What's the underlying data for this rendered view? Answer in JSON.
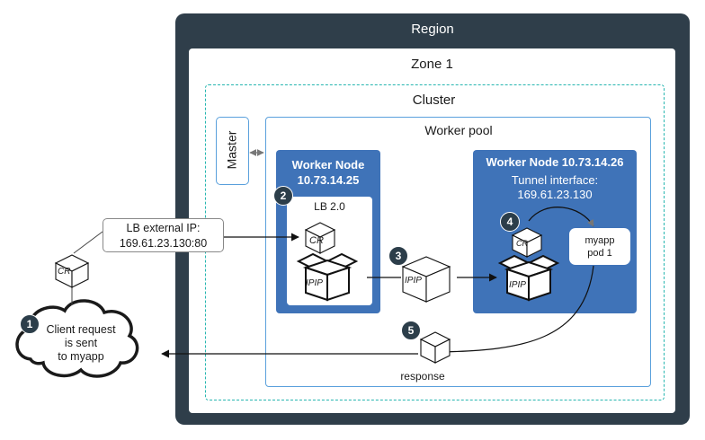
{
  "region": {
    "label": "Region"
  },
  "zone": {
    "label": "Zone 1"
  },
  "cluster": {
    "label": "Cluster"
  },
  "worker_pool": {
    "label": "Worker pool"
  },
  "master": {
    "label": "Master"
  },
  "worker_node_1": {
    "title_line1": "Worker Node",
    "title_line2": "10.73.14.25",
    "lb_label": "LB 2.0"
  },
  "worker_node_2": {
    "title": "Worker Node 10.73.14.26",
    "tunnel_line1": "Tunnel interface:",
    "tunnel_line2": "169.61.23.130"
  },
  "pod": {
    "line1": "myapp",
    "line2": "pod 1"
  },
  "lb_external_ip": {
    "line1": "LB external IP:",
    "line2": "169.61.23.130:80"
  },
  "client": {
    "line1": "Client request",
    "line2": "is sent",
    "line3": "to myapp"
  },
  "response": {
    "label": "response"
  },
  "box_labels": {
    "cr": "CR",
    "ipip": "IPIP"
  },
  "steps": [
    "1",
    "2",
    "3",
    "4",
    "5"
  ],
  "colors": {
    "region": "#2f3e4a",
    "worker_node": "#3f73b8",
    "cluster_border": "#27b6b0",
    "pool_border": "#5aa0dc",
    "badge": "#2c3e4a"
  }
}
